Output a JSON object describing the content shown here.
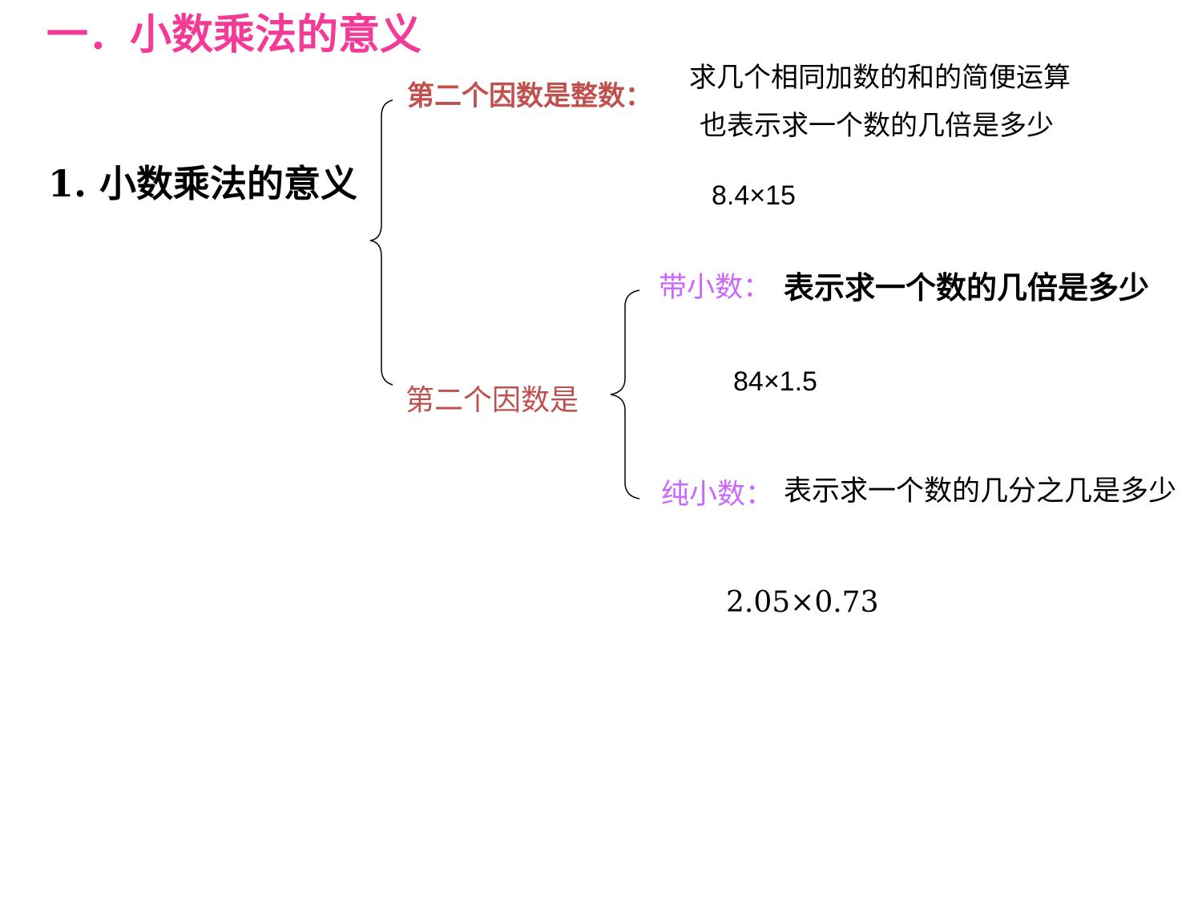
{
  "slide": {
    "title": "一．小数乘法的意义",
    "heading": "1. 小数乘法的意义",
    "branch_integer": {
      "label": "第二个因数是整数：",
      "desc_1": "求几个相同加数的和的简便运算",
      "desc_2": "也表示求一个数的几倍是多少",
      "example": "8.4×15"
    },
    "branch_decimal": {
      "label": "第二个因数是",
      "mixed": {
        "label": "带小数：",
        "desc": "表示求一个数的几倍是多少",
        "example": "84×1.5"
      },
      "pure": {
        "label": "纯小数：",
        "desc": "表示求一个数的几分之几是多少",
        "example": "2.05×0.73"
      }
    }
  },
  "colors": {
    "title": "#f23a96",
    "branch": "#c0504d",
    "sub": "#cc66ff"
  }
}
